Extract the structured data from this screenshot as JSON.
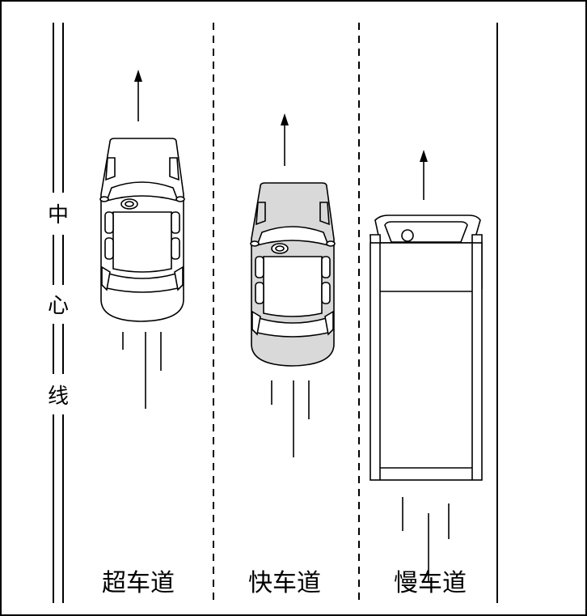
{
  "center_line": {
    "chars": [
      "中",
      "心",
      "线"
    ]
  },
  "lanes": [
    {
      "label": "超车道",
      "vehicle": "car"
    },
    {
      "label": "快车道",
      "vehicle": "car-shaded"
    },
    {
      "label": "慢车道",
      "vehicle": "truck"
    }
  ],
  "colors": {
    "line": "#000000",
    "shaded_car": "#d9d9d9",
    "background": "#ffffff"
  }
}
